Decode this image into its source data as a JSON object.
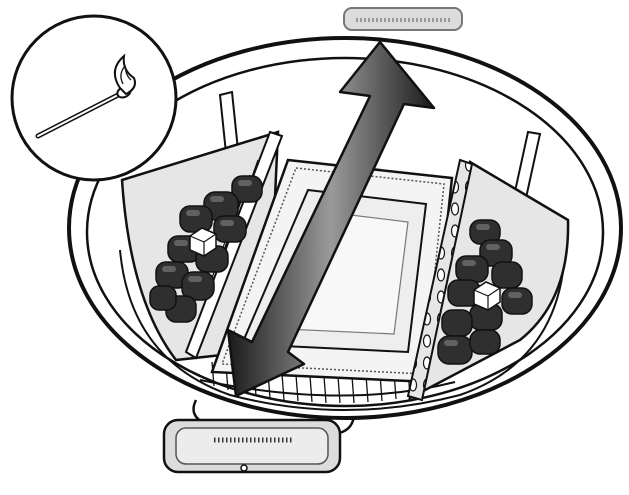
{
  "figure": {
    "kind": "instruction-illustration",
    "parts": [
      "grill-bowl-icon",
      "charcoal-divider-left",
      "charcoal-divider-right",
      "drip-pan",
      "charcoal-briquette",
      "fire-starter-cube",
      "double-arrow-icon",
      "lit-match-inset",
      "lid-handle"
    ],
    "colors": {
      "outline": "#111111",
      "fill": "#ffffff",
      "divider_fill": "#e6e6e6",
      "pan_fill": "#eeeeee",
      "coal_dark": "#2f2f2f",
      "coal_mid": "#4a4a4a",
      "coal_highlight": "#6e6e6e",
      "arrow_dark": "#1a1a1a",
      "arrow_light": "#9a9a9a",
      "handle_fill": "#dcdcdc"
    }
  }
}
